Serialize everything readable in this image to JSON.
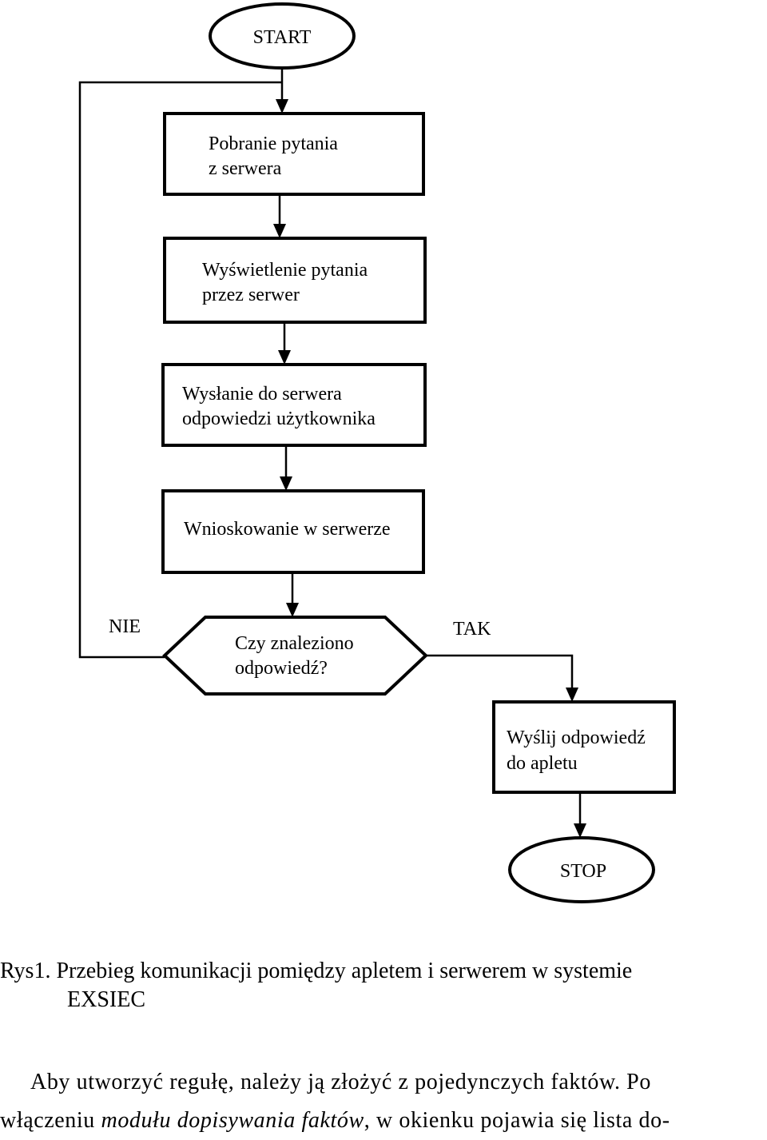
{
  "flowchart": {
    "start": "START",
    "step1": [
      "Pobranie pytania",
      "z serwera"
    ],
    "step2": [
      "Wyświetlenie pytania",
      "przez serwer"
    ],
    "step3": [
      "Wysłanie do serwera",
      "odpowiedzi użytkownika"
    ],
    "step4": "Wnioskowanie w serwerze",
    "decision": [
      "Czy znaleziono",
      "odpowiedź?"
    ],
    "no_label": "NIE",
    "yes_label": "TAK",
    "step5": [
      "Wyślij odpowiedź",
      "do apletu"
    ],
    "stop": "STOP"
  },
  "caption": {
    "line1": "Rys1. Przebieg komunikacji pomiędzy apletem i serwerem w systemie",
    "line2": "EXSIEC"
  },
  "paragraph": {
    "line1": "Aby utworzyć regułę, należy ją złożyć z pojedynczych faktów. Po",
    "line2_before": "włączeniu ",
    "line2_italic": "modułu dopisywania faktów",
    "line2_after": ", w okienku pojawia się lista do-"
  }
}
